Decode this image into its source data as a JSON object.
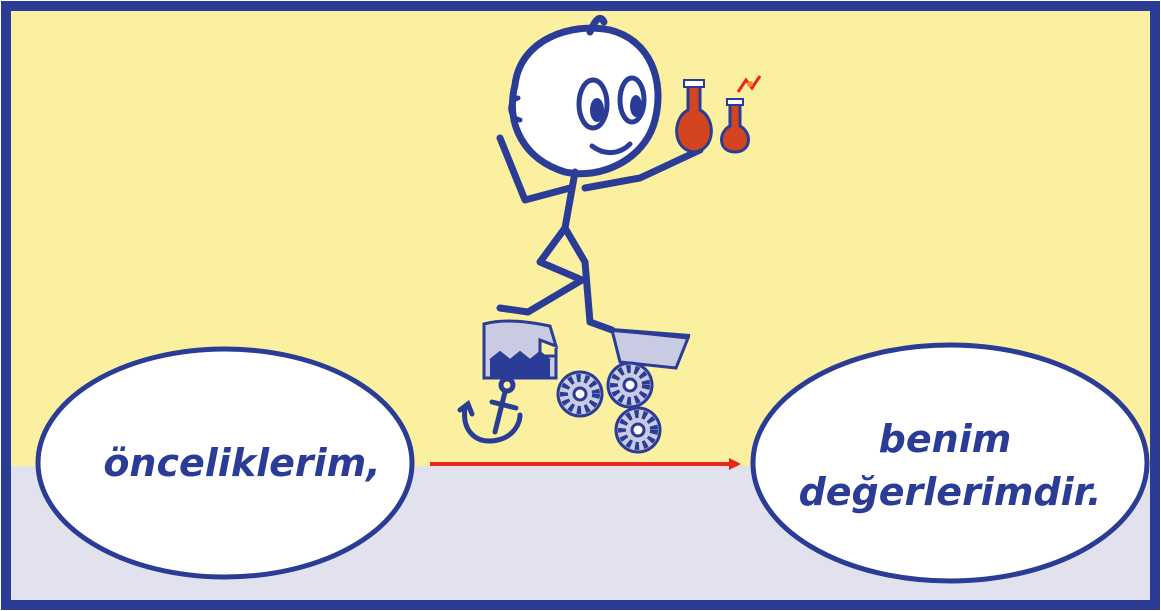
{
  "colors": {
    "border": "#2b3c96",
    "top_background": "#faf0a0",
    "bottom_background": "#e2e2ee",
    "ellipse_fill": "#ffffff",
    "ink": "#2b3c96",
    "arrow": "#e8261c",
    "flask": "#d2451e"
  },
  "left_bubble": {
    "text": "önceliklerim,"
  },
  "right_bubble": {
    "line1": "benim",
    "line2": "değerlerimdir."
  },
  "icons": [
    "stick-figure-icon",
    "flask-icon",
    "factory-icon",
    "tray-icon",
    "anchor-icon",
    "gear-icon"
  ]
}
